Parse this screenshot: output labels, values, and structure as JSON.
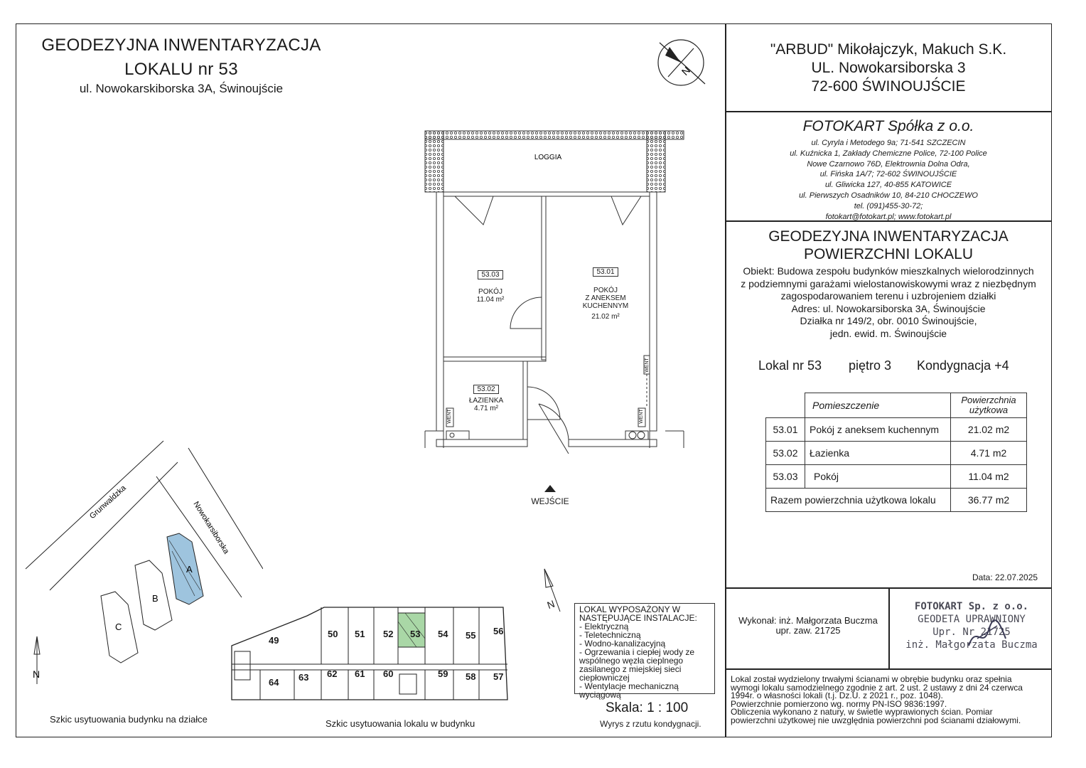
{
  "header_left": {
    "title1": "GEODEZYJNA INWENTARYZACJA",
    "title2": "LOKALU  nr  53",
    "address": "ul. Nowokarskiborska 3A,  Świnoujście"
  },
  "compass_letter": "N",
  "owner": {
    "line1": "\"ARBUD\" Mikołajczyk, Makuch S.K.",
    "line2": "UL. Nowokarsiborska 3",
    "line3": "72-600 ŚWINOUJŚCIE"
  },
  "company": {
    "name": "FOTOKART Spółka z o.o.",
    "lines": [
      "ul. Cyryla i Metodego 9a; 71-541 SZCZECIN",
      "ul. Kuźnicka 1, Zakłady Chemiczne Police, 72-100 Police",
      "Nowe Czarnowo 76D, Elektrownia Dolna Odra,",
      "ul. Fińska 1A/7; 72-602 ŚWINOUJŚCIE",
      "ul. Gliwicka 127, 40-855 KATOWICE",
      "ul. Pierwszych Osadników 10, 84-210 CHOCZEWO",
      "tel. (091)455-30-72;",
      "fotokart@fotokart.pl; www.fotokart.pl"
    ]
  },
  "right_title": {
    "line1": "GEODEZYJNA INWENTARYZACJA",
    "line2": "POWIERZCHNI LOKALU"
  },
  "object_info": [
    "Obiekt: Budowa zespołu budynków mieszkalnych wielorodzinnych",
    "z podziemnymi garażami wielostanowiskowymi wraz z niezbędnym",
    "zagospodarowaniem terenu i uzbrojeniem działki",
    "Adres:  ul. Nowokarsiborska 3A,  Świnoujście",
    "Działka nr 149/2, obr. 0010 Świnoujście,",
    "jedn. ewid. m. Świnoujście"
  ],
  "lokal_line": {
    "lokal": "Lokal nr  53",
    "pietro": "piętro 3",
    "kondygnacja": "Kondygnacja +4"
  },
  "rooms_table": {
    "header_room": "Pomieszczenie",
    "header_area": "Powierzchnia użytkowa",
    "rows": [
      {
        "num": "53.01",
        "name": "Pokój z aneksem kuchennym",
        "area": "21.02 m2"
      },
      {
        "num": "53.02",
        "name": "Łazienka",
        "area": "4.71 m2"
      },
      {
        "num": "53.03",
        "name": "Pokój",
        "area": "11.04 m2"
      }
    ],
    "total_label": "Razem powierzchnia użytkowa lokalu",
    "total_area": "36.77 m2"
  },
  "date": "Data: 22.07.2025",
  "wykonal": {
    "line1": "Wykonał:  inż. Małgorzata Buczma",
    "line2": "upr. zaw. 21725"
  },
  "stamp": {
    "line1": "FOTOKART Sp. z o.o.",
    "line2": "GEODETA UPRAWNIONY",
    "line3": "Upr. Nr 21725",
    "line4": "inż. Małgorzata Buczma"
  },
  "notes": [
    "Lokal został wydzielony trwałymi ścianami w obrębie budynku oraz spełnia",
    "wymogi lokalu samodzielnego zgodnie z art. 2 ust. 2 ustawy z dni 24 czerwca",
    "1994r. o własności lokali (t.j. Dz.U. z 2021 r., poz. 1048).",
    "Powierzchnie pomierzono wg. normy PN-ISO 9836:1997.",
    "Obliczenia wykonano z natury, w świetle wyprawionych ścian. Pomiar",
    "powierzchni użytkowej nie uwzględnia powierzchni pod ścianami działowymi."
  ],
  "plan": {
    "loggia": "LOGGIA",
    "room1_num": "53.01",
    "room1_lines": [
      "POKÓJ",
      "Z ANEKSEM",
      "KUCHENNYM"
    ],
    "room1_area": "21.02 m²",
    "room2_num": "53.02",
    "room2_name": "ŁAZIENKA",
    "room2_area": "4.71 m²",
    "room3_num": "53.03",
    "room3_name": "POKÓJ",
    "room3_area": "11.04 m²",
    "entrance": "WEJŚCIE",
    "riser": "WENT"
  },
  "site_map": {
    "street1": "Grunwaldzka",
    "street2": "Nowokarsiborska",
    "building_a": "A",
    "building_b": "B",
    "building_c": "C",
    "north": "N",
    "caption": "Szkic usytuowania budynku na działce"
  },
  "floor_sketch": {
    "caption": "Szkic usytuowania lokalu w budynku",
    "north": "N",
    "top_units": [
      "49",
      "50",
      "51",
      "52",
      "53",
      "54",
      "55",
      "56"
    ],
    "bottom_units": [
      "64",
      "63",
      "62",
      "61",
      "60",
      "59",
      "58",
      "57"
    ]
  },
  "installations": {
    "title": "LOKAL WYPOSAŻONY W NASTĘPUJĄCE INSTALACJE:",
    "items": [
      "- Elektryczną",
      "- Teletechniczną",
      "- Wodno-kanalizacyjną",
      "- Ogrzewania i ciepłej wody ze wspólnego węzła cieplnego zasilanego z miejskiej sieci ciepłowniczej",
      "- Wentylacje mechaniczną wyciągową"
    ]
  },
  "scale": {
    "label": "Skala:  1 : 100",
    "note": "Wyrys z rzutu kondygnacji."
  }
}
